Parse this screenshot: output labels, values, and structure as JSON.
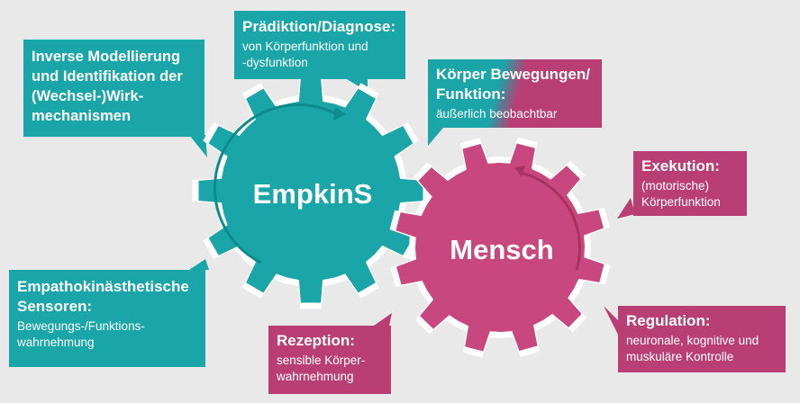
{
  "gears": {
    "empkins": {
      "label": "EmpkinS",
      "color": "#1aa5a8"
    },
    "mensch": {
      "label": "Mensch",
      "color": "#c9477f"
    }
  },
  "callouts": {
    "modelling": {
      "title": "Inverse Modellierung und Identifikation der (Wechsel-)Wirk-mechanismen"
    },
    "prediction": {
      "title": "Prädiktion/Diagnose:",
      "desc": "von Körperfunktion und -dysfunktion"
    },
    "body": {
      "title": "Körper Bewegungen/ Funktion:",
      "desc": "äußerlich beobachtbar"
    },
    "execution": {
      "title": "Exekution:",
      "desc": "(motorische) Körperfunktion"
    },
    "sensors": {
      "title": "Empathokinästhetische Sensoren:",
      "desc": "Bewegungs-/Funktions-wahrnehmung"
    },
    "reception": {
      "title": "Rezeption:",
      "desc": "sensible Körper-wahrnehmung"
    },
    "regulation": {
      "title": "Regulation:",
      "desc": "neuronale, kognitive und muskuläre Kontrolle"
    }
  },
  "colors": {
    "teal": "#1aa5a8",
    "pink": "#b93e74",
    "background": "#e9e9ea"
  }
}
